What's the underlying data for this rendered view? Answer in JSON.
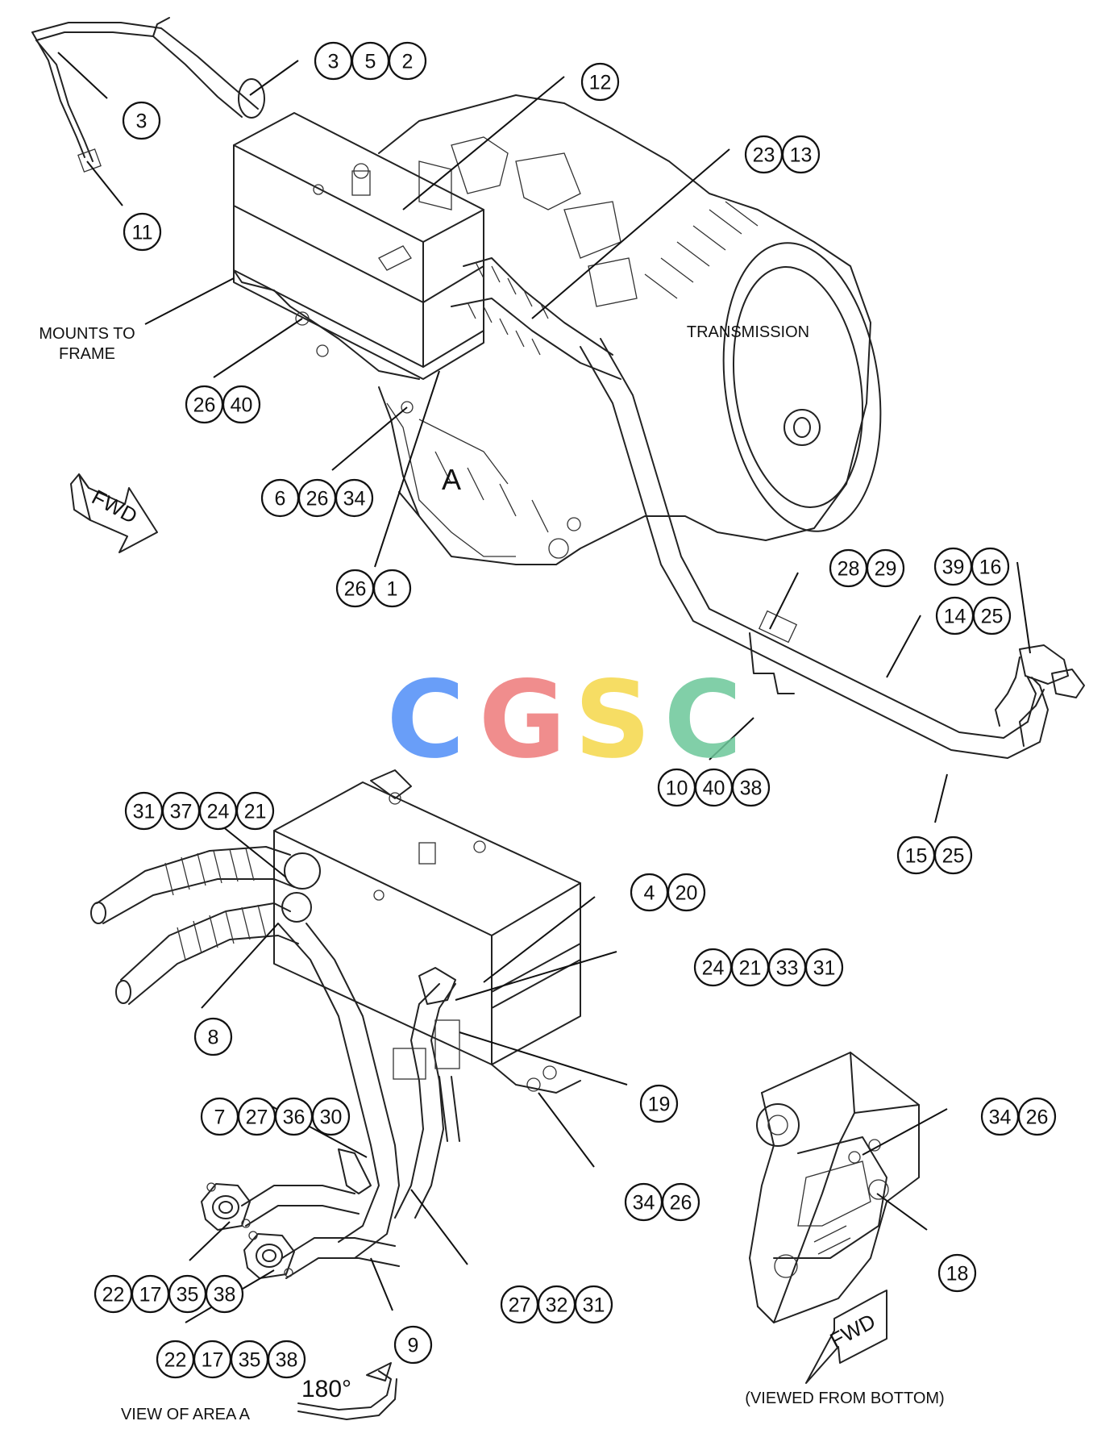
{
  "labels": {
    "mounts_to_frame_line1": "MOUNTS TO",
    "mounts_to_frame_line2": "FRAME",
    "transmission": "TRANSMISSION",
    "area_a": "A",
    "fwd_top": "FWD",
    "fwd_bottom": "FWD",
    "view_of_area_a": "VIEW OF AREA A",
    "rotation": "180°",
    "viewed_from_bottom": "(VIEWED FROM BOTTOM)"
  },
  "watermark": {
    "letters": [
      "C",
      "G",
      "S",
      "C"
    ],
    "colors": [
      "#4F8EF7",
      "#EE7A7A",
      "#F5D84A",
      "#6CC79A"
    ]
  },
  "callouts": [
    {
      "id": "3-5-2",
      "numbers": [
        "3",
        "5",
        "2"
      ]
    },
    {
      "id": "3",
      "numbers": [
        "3"
      ]
    },
    {
      "id": "11",
      "numbers": [
        "11"
      ]
    },
    {
      "id": "12",
      "numbers": [
        "12"
      ]
    },
    {
      "id": "23-13",
      "numbers": [
        "23",
        "13"
      ]
    },
    {
      "id": "26-40",
      "numbers": [
        "26",
        "40"
      ]
    },
    {
      "id": "6-26-34",
      "numbers": [
        "6",
        "26",
        "34"
      ]
    },
    {
      "id": "26-1",
      "numbers": [
        "26",
        "1"
      ]
    },
    {
      "id": "28-29",
      "numbers": [
        "28",
        "29"
      ]
    },
    {
      "id": "39-16",
      "numbers": [
        "39",
        "16"
      ]
    },
    {
      "id": "14-25",
      "numbers": [
        "14",
        "25"
      ]
    },
    {
      "id": "10-40-38",
      "numbers": [
        "10",
        "40",
        "38"
      ]
    },
    {
      "id": "15-25",
      "numbers": [
        "15",
        "25"
      ]
    },
    {
      "id": "31-37-24-21",
      "numbers": [
        "31",
        "37",
        "24",
        "21"
      ]
    },
    {
      "id": "4-20",
      "numbers": [
        "4",
        "20"
      ]
    },
    {
      "id": "24-21-33-31",
      "numbers": [
        "24",
        "21",
        "33",
        "31"
      ]
    },
    {
      "id": "8",
      "numbers": [
        "8"
      ]
    },
    {
      "id": "19",
      "numbers": [
        "19"
      ]
    },
    {
      "id": "7-27-36-30",
      "numbers": [
        "7",
        "27",
        "36",
        "30"
      ]
    },
    {
      "id": "34-26-a",
      "numbers": [
        "34",
        "26"
      ]
    },
    {
      "id": "34-26-b",
      "numbers": [
        "34",
        "26"
      ]
    },
    {
      "id": "18",
      "numbers": [
        "18"
      ]
    },
    {
      "id": "22-17-35-38-a",
      "numbers": [
        "22",
        "17",
        "35",
        "38"
      ]
    },
    {
      "id": "22-17-35-38-b",
      "numbers": [
        "22",
        "17",
        "35",
        "38"
      ]
    },
    {
      "id": "27-32-31",
      "numbers": [
        "27",
        "32",
        "31"
      ]
    },
    {
      "id": "9",
      "numbers": [
        "9"
      ]
    }
  ]
}
